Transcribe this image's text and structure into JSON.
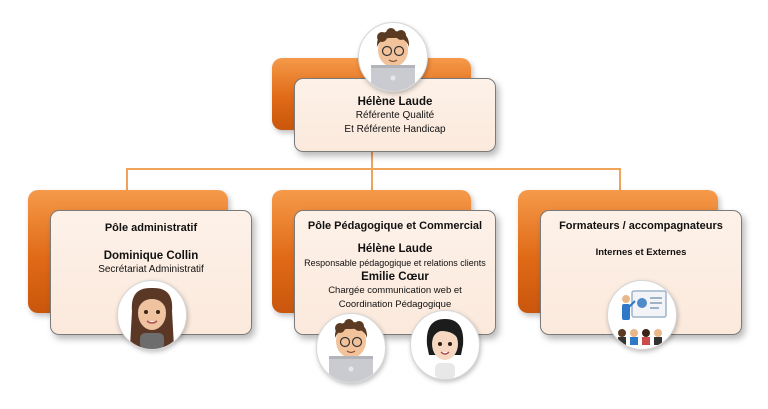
{
  "top": {
    "name": "Hélène Laude",
    "role_line1": "Référente Qualité",
    "role_line2": "Et Référente Handicap"
  },
  "admin": {
    "title": "Pôle administratif",
    "name": "Dominique Collin",
    "role": "Secrétariat Administratif"
  },
  "pedago": {
    "title": "Pôle Pédagogique et Commercial",
    "person1_name": "Hélène Laude",
    "person1_role": "Responsable pédagogique et relations clients",
    "person2_name": "Emilie Cœur",
    "person2_role_line1": "Chargée communication web et",
    "person2_role_line2": "Coordination Pédagogique"
  },
  "trainers": {
    "title": "Formateurs / accompagnateurs",
    "subtitle": "Internes et Externes"
  },
  "colors": {
    "accent_orange": "#e06a16",
    "connector": "#f0a35a",
    "card_fill": "#fdf1e8"
  },
  "icons": {
    "top_avatar": "man-with-laptop-avatar-icon",
    "admin_avatar": "woman-long-hair-avatar-icon",
    "pedago_avatar_1": "man-with-laptop-avatar-icon",
    "pedago_avatar_2": "woman-short-hair-avatar-icon",
    "trainers_avatar": "presenter-audience-icon"
  }
}
